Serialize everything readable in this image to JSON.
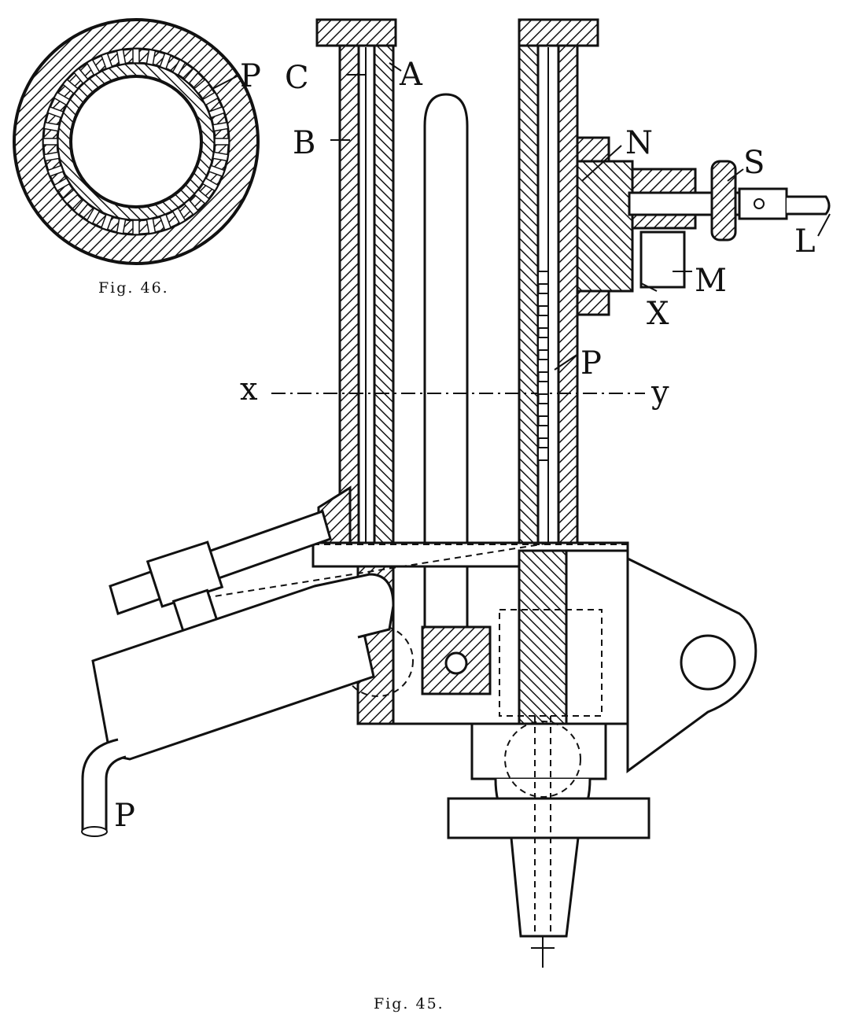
{
  "figures": {
    "fig46": {
      "caption": "Fig. 46.",
      "labels": {
        "P": "P"
      }
    },
    "fig45": {
      "caption": "Fig. 45.",
      "labels": {
        "C": "C",
        "A": "A",
        "B": "B",
        "N": "N",
        "S": "S",
        "L": "L",
        "M": "M",
        "X": "X",
        "P_inner": "P",
        "x": "x",
        "y": "y",
        "P_pipe": "P"
      }
    }
  },
  "colors": {
    "ink": "#111111",
    "paper": "#ffffff"
  }
}
